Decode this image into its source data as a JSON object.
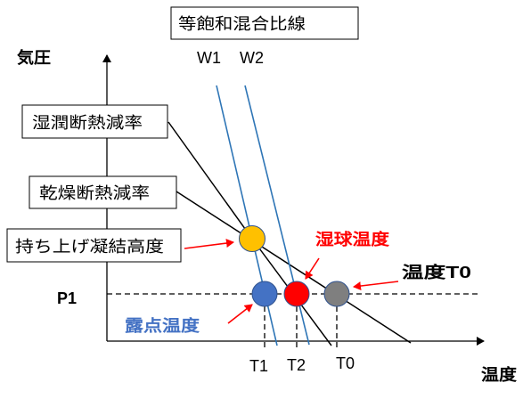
{
  "title_box": {
    "label": "等飽和混合比線"
  },
  "mixing_lines": {
    "w1": "W1",
    "w2": "W2"
  },
  "axes": {
    "y_label": "気圧",
    "x_label": "温度",
    "pressure_level": "P1"
  },
  "rate_boxes": {
    "moist_adiabatic": "湿潤断熱減率",
    "dry_adiabatic": "乾燥断熱減率",
    "lifting_condensation_level": "持ち上げ凝結高度"
  },
  "point_labels": {
    "wet_bulb": "湿球温度",
    "temperature": "温度T0",
    "dew_point": "露点温度"
  },
  "temperature_ticks": {
    "t1": "T1",
    "t2": "T2",
    "t0": "T0"
  },
  "colors": {
    "mixing_line": "#2e75b6",
    "lcl_point": "#ffc000",
    "dew_point": "#4472c4",
    "wet_bulb_point": "#ff0000",
    "temperature_point": "#7f7f7f",
    "arrow": "#ff0000",
    "wet_bulb_label": "#ff0000",
    "dew_label": "#4472c4",
    "text": "#000000"
  }
}
